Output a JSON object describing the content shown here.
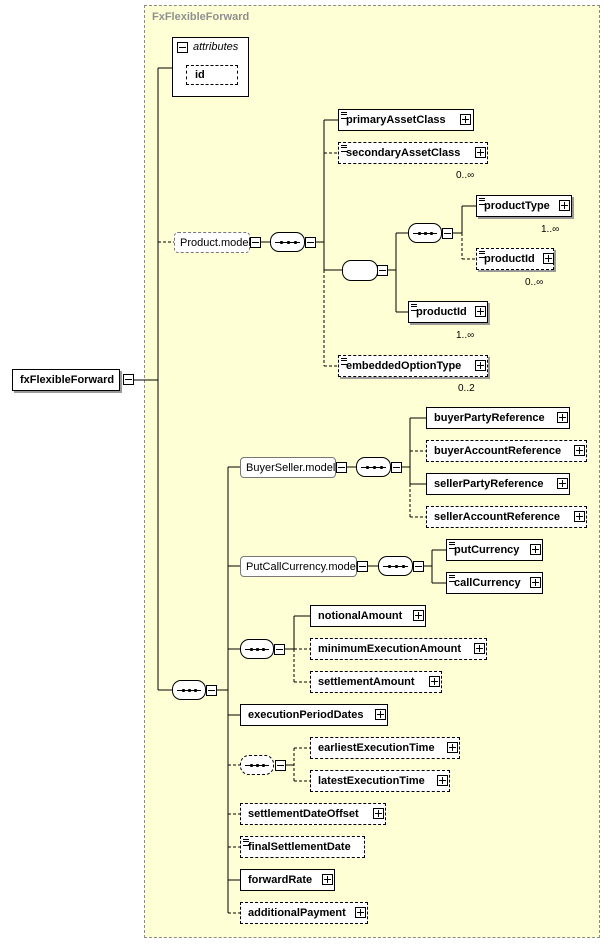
{
  "root": {
    "label": "fxFlexibleForward"
  },
  "group": {
    "title": "FxFlexibleForward"
  },
  "attributes": {
    "header": "attributes",
    "items": [
      "id"
    ]
  },
  "product_model": {
    "label": "Product.model",
    "primaryAssetClass": "primaryAssetClass",
    "secondaryAssetClass": "secondaryAssetClass",
    "secondaryAssetClass_card": "0..∞",
    "productType": "productType",
    "productType_card": "1..∞",
    "productId_inner": "productId",
    "productId_inner_card": "0..∞",
    "productId": "productId",
    "productId_card": "1..∞",
    "embeddedOptionType": "embeddedOptionType",
    "embeddedOptionType_card": "0..2"
  },
  "buyer_seller_model": {
    "label": "BuyerSeller.model",
    "items": [
      "buyerPartyReference",
      "buyerAccountReference",
      "sellerPartyReference",
      "sellerAccountReference"
    ]
  },
  "put_call_model": {
    "label": "PutCallCurrency.model",
    "items": [
      "putCurrency",
      "callCurrency"
    ]
  },
  "amounts": [
    "notionalAmount",
    "minimumExecutionAmount",
    "settlementAmount"
  ],
  "execution_period_dates": "executionPeriodDates",
  "execution_times": [
    "earliestExecutionTime",
    "latestExecutionTime"
  ],
  "tail_elements": [
    "settlementDateOffset",
    "finalSettlementDate",
    "forwardRate",
    "additionalPayment"
  ]
}
